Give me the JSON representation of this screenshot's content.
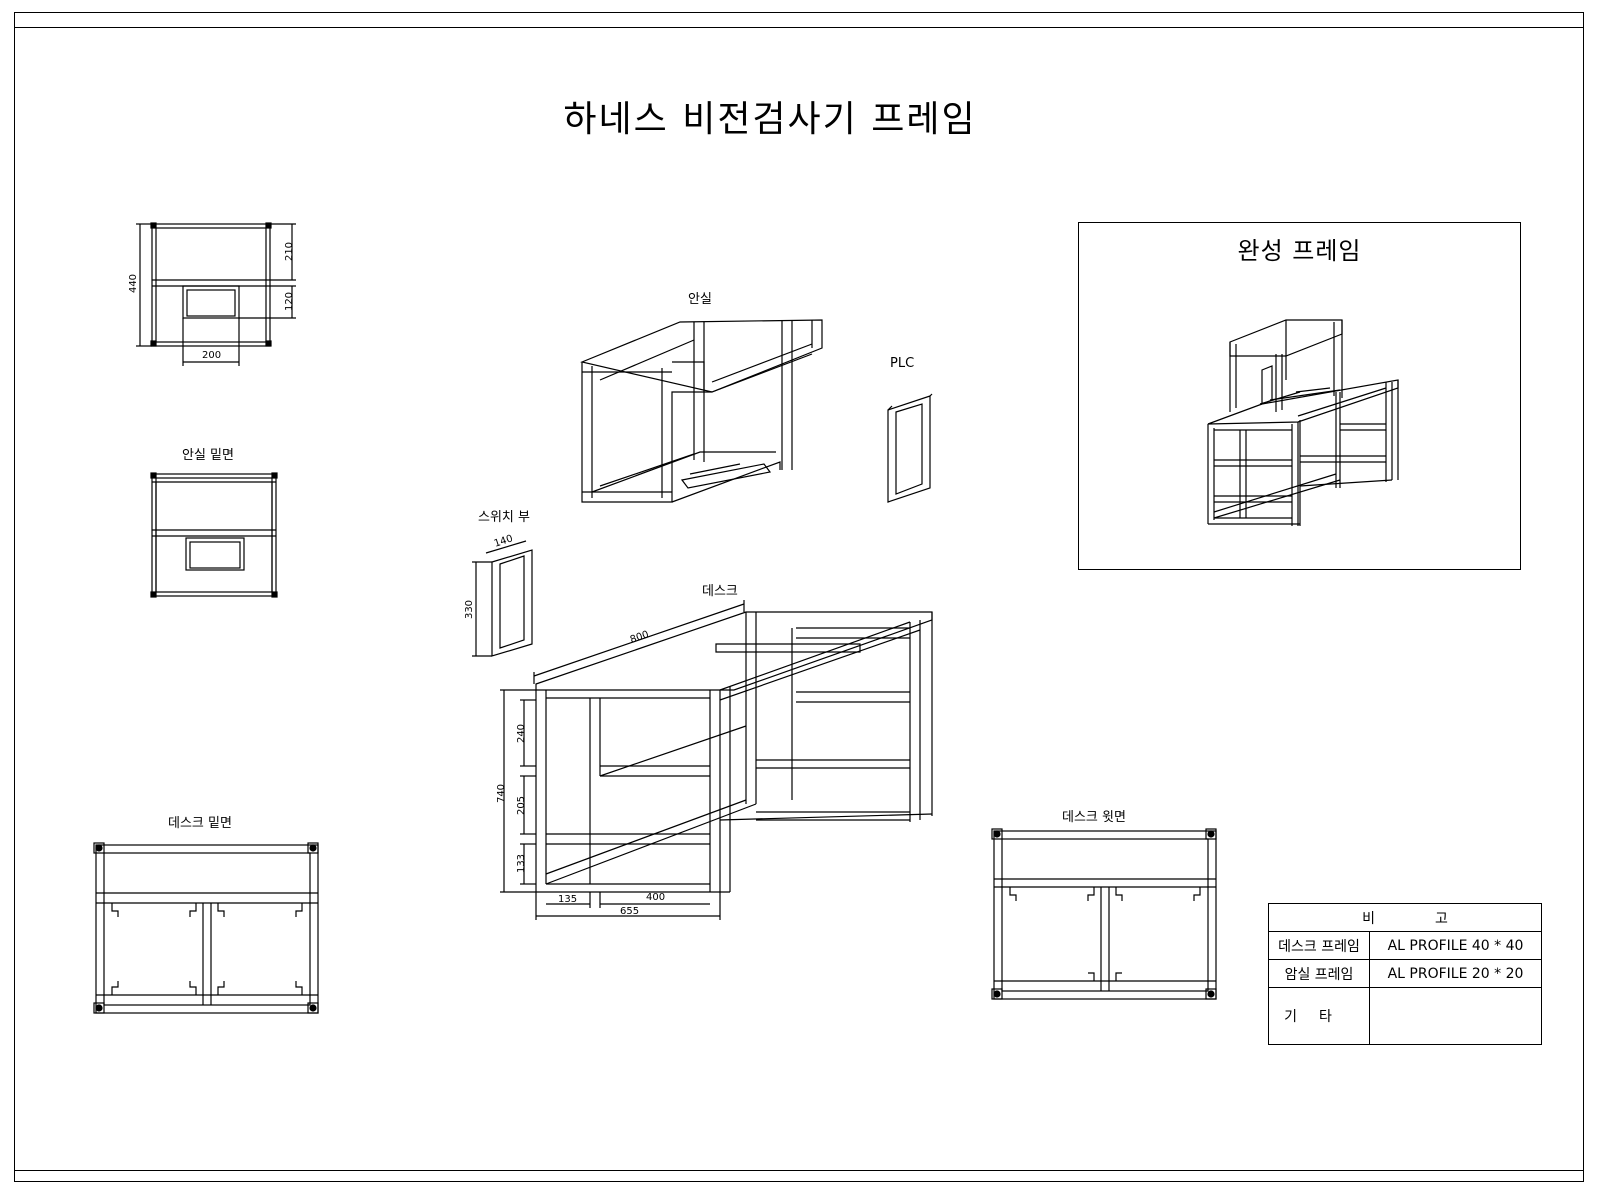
{
  "title": "하네스 비전검사기 프레임",
  "views": {
    "ansil_top": {
      "dims": {
        "height_total": "440",
        "upper": "210",
        "lower": "120",
        "width": "200"
      }
    },
    "ansil_bottom": {
      "label": "안실 밑면"
    },
    "ansil_iso": {
      "label": "안실"
    },
    "plc": {
      "label": "PLC"
    },
    "switch": {
      "label": "스위치 부",
      "dims": {
        "width": "140",
        "height": "330"
      }
    },
    "desk_iso": {
      "label": "데스크",
      "dims": {
        "length": "800",
        "height": "740",
        "h1": "240",
        "h2": "205",
        "h3": "133",
        "w1": "135",
        "w2": "400",
        "w3": "655"
      }
    },
    "desk_bottom": {
      "label": "데스크 밑면"
    },
    "desk_top": {
      "label": "데스크 윗면"
    },
    "completed": {
      "label": "완성 프레임"
    }
  },
  "notes": {
    "header": "비고",
    "rows": [
      {
        "item": "데스크 프레임",
        "spec": "AL PROFILE 40 * 40"
      },
      {
        "item": "암실 프레임",
        "spec": "AL PROFILE 20 * 20"
      },
      {
        "item": "기타",
        "spec": ""
      }
    ]
  }
}
